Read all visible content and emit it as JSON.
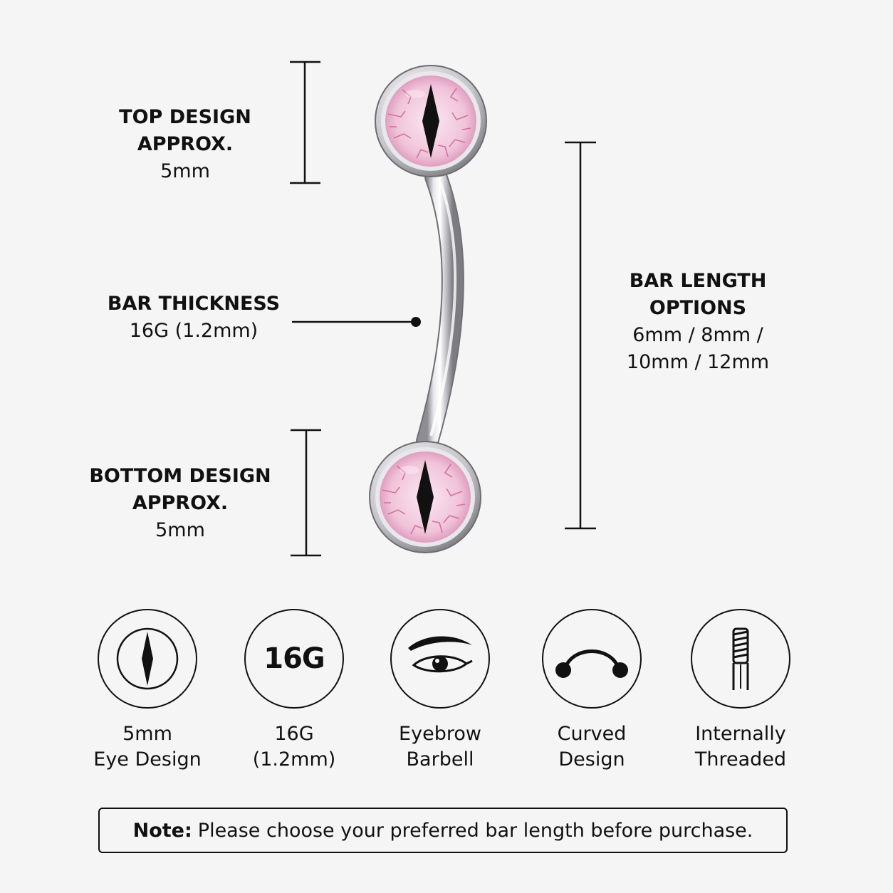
{
  "dimensions": {
    "top_design": {
      "line1": "TOP DESIGN",
      "line2": "APPROX.",
      "line3": "5mm"
    },
    "bar_thickness": {
      "line1": "BAR THICKNESS",
      "line2": "16G (1.2mm)"
    },
    "bottom_design": {
      "line1": "BOTTOM DESIGN",
      "line2": "APPROX.",
      "line3": "5mm"
    },
    "bar_length": {
      "line1": "BAR LENGTH",
      "line2": "OPTIONS",
      "line3": "6mm / 8mm /",
      "line4": "10mm / 12mm"
    }
  },
  "features": [
    {
      "icon": "cat-eye-icon",
      "line1": "5mm",
      "line2": "Eye Design"
    },
    {
      "icon": "gauge-16g-icon",
      "icon_text": "16G",
      "line1": "16G",
      "line2": "(1.2mm)"
    },
    {
      "icon": "eyebrow-icon",
      "line1": "Eyebrow",
      "line2": "Barbell"
    },
    {
      "icon": "curved-barbell-icon",
      "line1": "Curved",
      "line2": "Design"
    },
    {
      "icon": "internal-thread-icon",
      "line1": "Internally",
      "line2": "Threaded"
    }
  ],
  "note": {
    "label": "Note:",
    "text": "Please choose your preferred bar length before purchase."
  },
  "colors": {
    "background": "#f5f5f5",
    "ink": "#111111",
    "eye_pink": "#f2c6dc",
    "vein": "#d86f9a",
    "steel": "#c8c8cc"
  }
}
